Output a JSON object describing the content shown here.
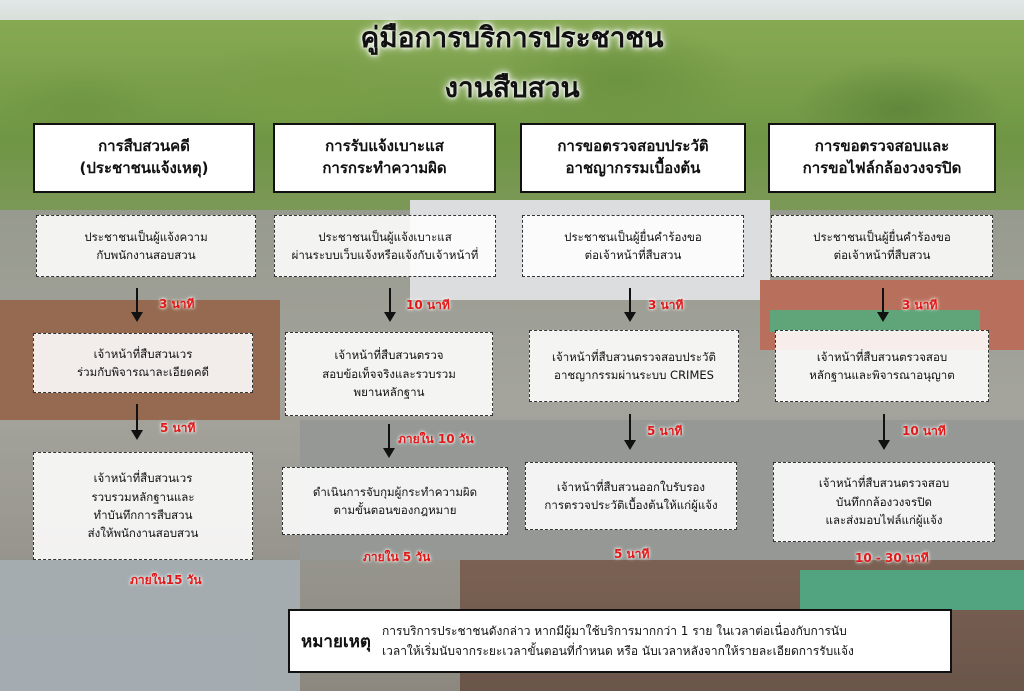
{
  "title": {
    "line1": "คู่มือการบริการประชาชน",
    "line2": "งานสืบสวน"
  },
  "columns": [
    {
      "header": [
        "การสืบสวนคดี",
        "(ประชาชนแจ้งเหตุ)"
      ],
      "steps": [
        [
          "ประชาชนเป็นผู้แจ้งความ",
          "กับพนักงานสอบสวน"
        ],
        [
          "เจ้าหน้าที่สืบสวนเวร",
          "ร่วมกับพิจารณาละเอียดคดี"
        ],
        [
          "เจ้าหน้าที่สืบสวนเวร",
          "รวบรวมหลักฐานและ",
          "ทำบันทึกการสืบสวน",
          "ส่งให้พนักงานสอบสวน"
        ]
      ],
      "times": [
        "3 นาที",
        "5 นาที",
        "ภายใน15 วัน"
      ]
    },
    {
      "header": [
        "การรับแจ้งเบาะแส",
        "การกระทำความผิด"
      ],
      "steps": [
        [
          "ประชาชนเป็นผู้แจ้งเบาะแส",
          "ผ่านระบบเว็บแจ้งหรือแจ้งกับเจ้าหน้าที่"
        ],
        [
          "เจ้าหน้าที่สืบสวนตรวจ",
          "สอบข้อเท็จจริงและรวบรวม",
          "พยานหลักฐาน"
        ],
        [
          "ดำเนินการจับกุมผู้กระทำความผิด",
          "ตามขั้นตอนของกฎหมาย"
        ]
      ],
      "times": [
        "10 นาที",
        "ภายใน 10 วัน",
        "ภายใน 5 วัน"
      ]
    },
    {
      "header": [
        "การขอตรวจสอบประวัติ",
        "อาชญากรรมเบื้องต้น"
      ],
      "steps": [
        [
          "ประชาชนเป็นผู้ยื่นคำร้องขอ",
          "ต่อเจ้าหน้าที่สืบสวน"
        ],
        [
          "เจ้าหน้าที่สืบสวนตรวจสอบประวัติ",
          "อาชญากรรมผ่านระบบ CRIMES"
        ],
        [
          "เจ้าหน้าที่สืบสวนออกใบรับรอง",
          "การตรวจประวัติเบื้องต้นให้แก่ผู้แจ้ง"
        ]
      ],
      "times": [
        "3 นาที",
        "5 นาที",
        "5 นาที"
      ]
    },
    {
      "header": [
        "การขอตรวจสอบและ",
        "การขอไฟล์กล้องวงจรปิด"
      ],
      "steps": [
        [
          "ประชาชนเป็นผู้ยื่นคำร้องขอ",
          "ต่อเจ้าหน้าที่สืบสวน"
        ],
        [
          "เจ้าหน้าที่สืบสวนตรวจสอบ",
          "หลักฐานและพิจารณาอนุญาต"
        ],
        [
          "เจ้าหน้าที่สืบสวนตรวจสอบ",
          "บันทึกกล้องวงจรปิด",
          "และส่งมอบไฟล์แก่ผู้แจ้ง"
        ]
      ],
      "times": [
        "3 นาที",
        "10 นาที",
        "10 - 30 นาที"
      ]
    }
  ],
  "note": {
    "label": "หมายเหตุ",
    "lines": [
      "การบริการประชาชนดังกล่าว หากมีผู้มาใช้บริการมากกว่า 1 ราย ในเวลาต่อเนื่องกับการนับ",
      "เวลาให้เริ่มนับจากระยะเวลาขั้นตอนที่กำหนด หรือ นับเวลาหลังจากให้รายละเอียดการรับแจ้ง"
    ]
  }
}
